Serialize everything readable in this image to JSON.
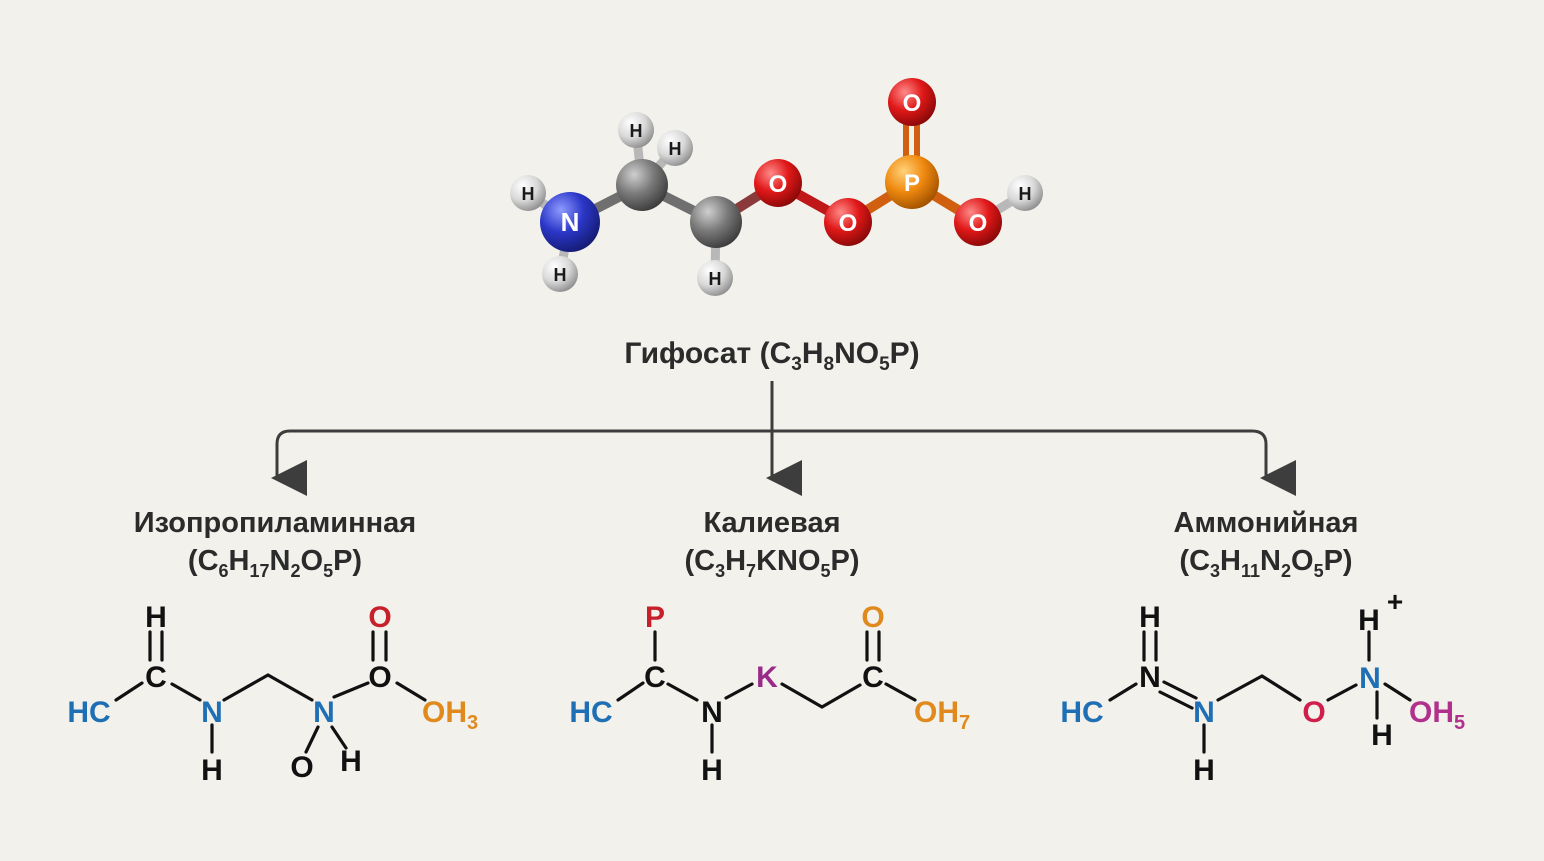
{
  "colors": {
    "background": "#f2f1ec",
    "text": "#2b2b2b",
    "arrow": "#3d3d3d",
    "blue": "#1f6fb5",
    "red": "#c8202a",
    "orange": "#e08a1e",
    "purple": "#9a2a8a",
    "magenta": "#b0308c",
    "crimson": "#d01f4a",
    "black": "#111111"
  },
  "molecule3d": {
    "atoms": {
      "n": "N",
      "h_n1": "H",
      "h_n2": "H",
      "h_c1a": "H",
      "h_c1b": "H",
      "h_c2": "H",
      "o1": "O",
      "o2": "O",
      "p": "P",
      "o_top": "O",
      "o_right": "O",
      "h_o": "H"
    }
  },
  "parent": {
    "name": "Гифосат",
    "formula": {
      "open": "(",
      "C": "C",
      "c_n": "3",
      "H": "H",
      "h_n": "8",
      "NO": "NO",
      "o_n": "5",
      "P": "P)"
    }
  },
  "salts": [
    {
      "name": "Изопропиламинная",
      "formula": {
        "open": "(C",
        "c_n": "6",
        "H": "H",
        "h_n": "17",
        "N": "N",
        "n_n": "2",
        "O": "O",
        "o_n": "5",
        "P": "P)"
      },
      "structure": {
        "h_top": "H",
        "c": "C",
        "hc": "HC",
        "n1": "N",
        "h_n1": "H",
        "n2": "N",
        "o_n2": "O",
        "h_n2": "H",
        "o_top": "O",
        "o_mid": "O",
        "oh": "OH",
        "oh_n": "3"
      }
    },
    {
      "name": "Калиевая",
      "formula": {
        "open": "(C",
        "c_n": "3",
        "H": "H",
        "h_n": "7",
        "KNO": "KNO",
        "o_n": "5",
        "P": "P)"
      },
      "structure": {
        "p": "P",
        "c1": "C",
        "hc": "HC",
        "n": "N",
        "h_n": "H",
        "k": "K",
        "c2": "C",
        "o_top": "O",
        "oh": "OH",
        "oh_n": "7"
      }
    },
    {
      "name": "Аммонийная",
      "formula": {
        "open": "(C",
        "c_n": "3",
        "H": "H",
        "h_n": "11",
        "N": "N",
        "n_n": "2",
        "O": "O",
        "o_n": "5",
        "P": "P)"
      },
      "structure": {
        "h_top": "H",
        "n1": "N",
        "hc": "HC",
        "n2": "N",
        "h_n2": "H",
        "o": "O",
        "h_top2": "H",
        "plus": "+",
        "n3": "N",
        "h_n3": "H",
        "oh": "OH",
        "oh_n": "5"
      }
    }
  ]
}
